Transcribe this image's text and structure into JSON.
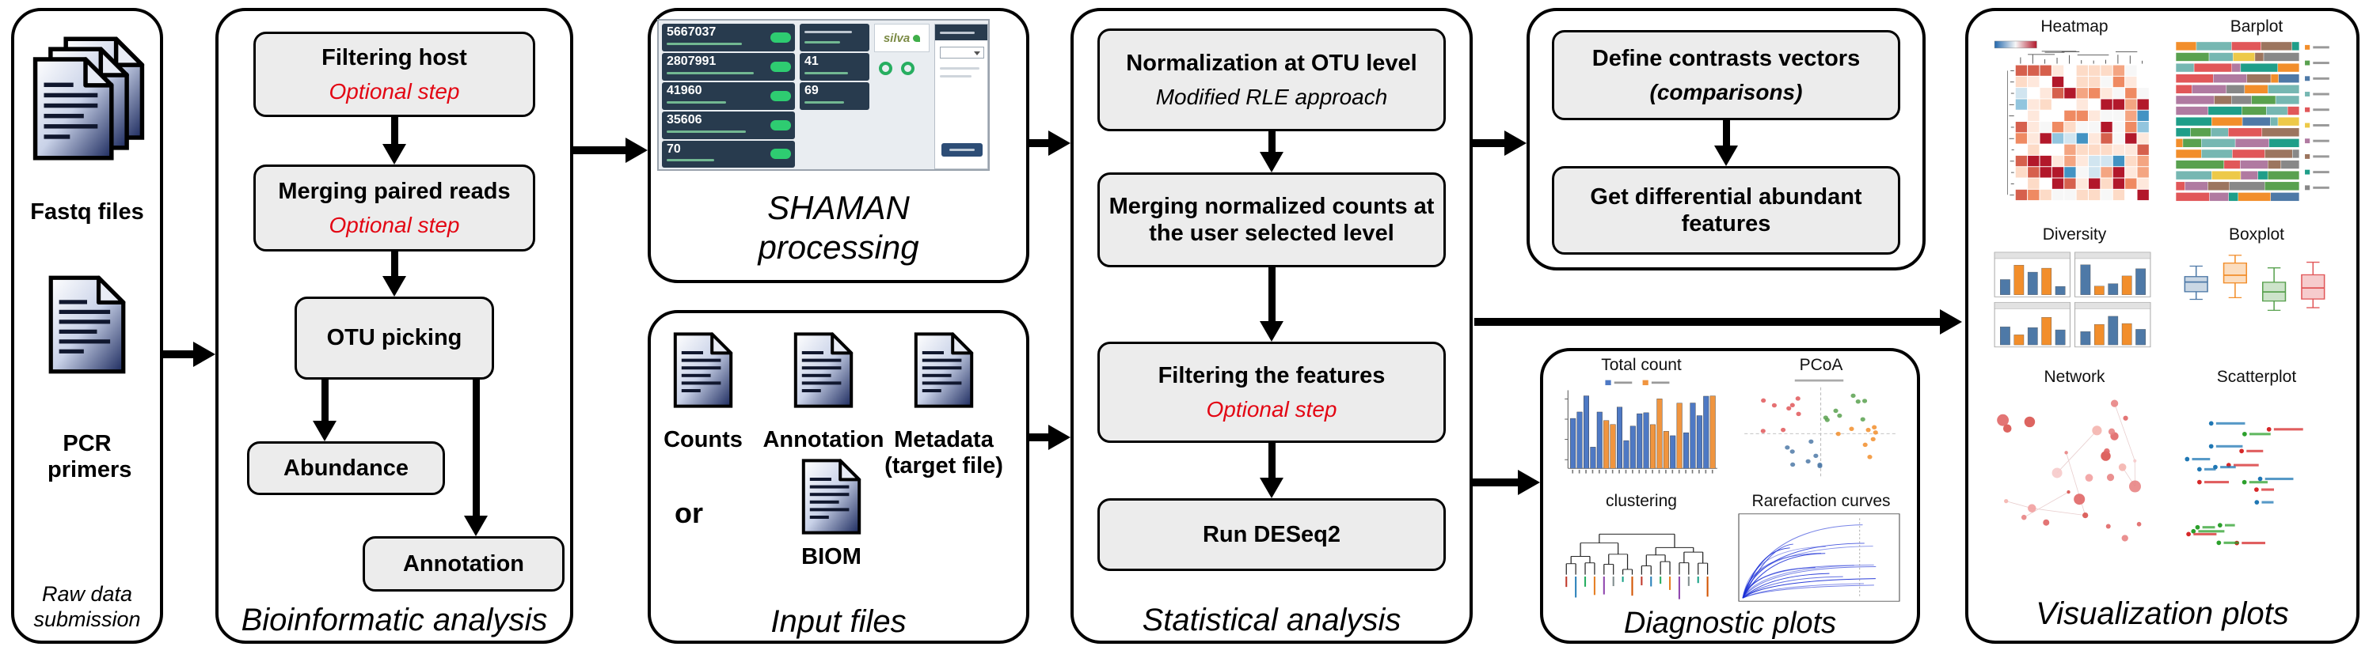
{
  "colors": {
    "optional_red": "#e30613"
  },
  "raw_data": {
    "fastq_label": "Fastq files",
    "pcr_label": "PCR primers",
    "caption": "Raw data submission"
  },
  "bioinformatic": {
    "filtering_host": {
      "label": "Filtering host",
      "note": "Optional step"
    },
    "merging_reads": {
      "label": "Merging paired reads",
      "note": "Optional step"
    },
    "otu_picking": {
      "label": "OTU picking"
    },
    "abundance": {
      "label": "Abundance"
    },
    "annotation": {
      "label": "Annotation"
    },
    "caption": "Bioinformatic analysis"
  },
  "shaman": {
    "caption": "SHAMAN processing",
    "screenshot": {
      "left_stats": [
        "5667037",
        "2807991",
        "41960",
        "35606",
        "70"
      ],
      "mid_stats": [
        "41",
        "69"
      ],
      "logo": "silva"
    }
  },
  "input_files": {
    "items": [
      "Counts",
      "Annotation",
      "Metadata (target file)"
    ],
    "or_label": "or",
    "biom_label": "BIOM",
    "caption": "Input files"
  },
  "statistical": {
    "normalization": {
      "label": "Normalization at OTU level",
      "note": "Modified RLE approach"
    },
    "merging": {
      "label": "Merging normalized counts at the user selected level"
    },
    "filtering": {
      "label": "Filtering the features",
      "note": "Optional step"
    },
    "deseq": {
      "label": "Run DESeq2"
    },
    "caption": "Statistical analysis"
  },
  "contrasts": {
    "define": {
      "label": "Define contrasts vectors",
      "note": "(comparisons)"
    },
    "get": {
      "label": "Get differential abundant features"
    }
  },
  "diagnostic": {
    "plots": [
      "Total count",
      "PCoA",
      "clustering",
      "Rarefaction curves"
    ],
    "caption": "Diagnostic plots"
  },
  "visualization": {
    "plots": [
      "Heatmap",
      "Barplot",
      "Diversity",
      "Boxplot",
      "Network",
      "Scatterplot"
    ],
    "caption": "Visualization plots"
  }
}
